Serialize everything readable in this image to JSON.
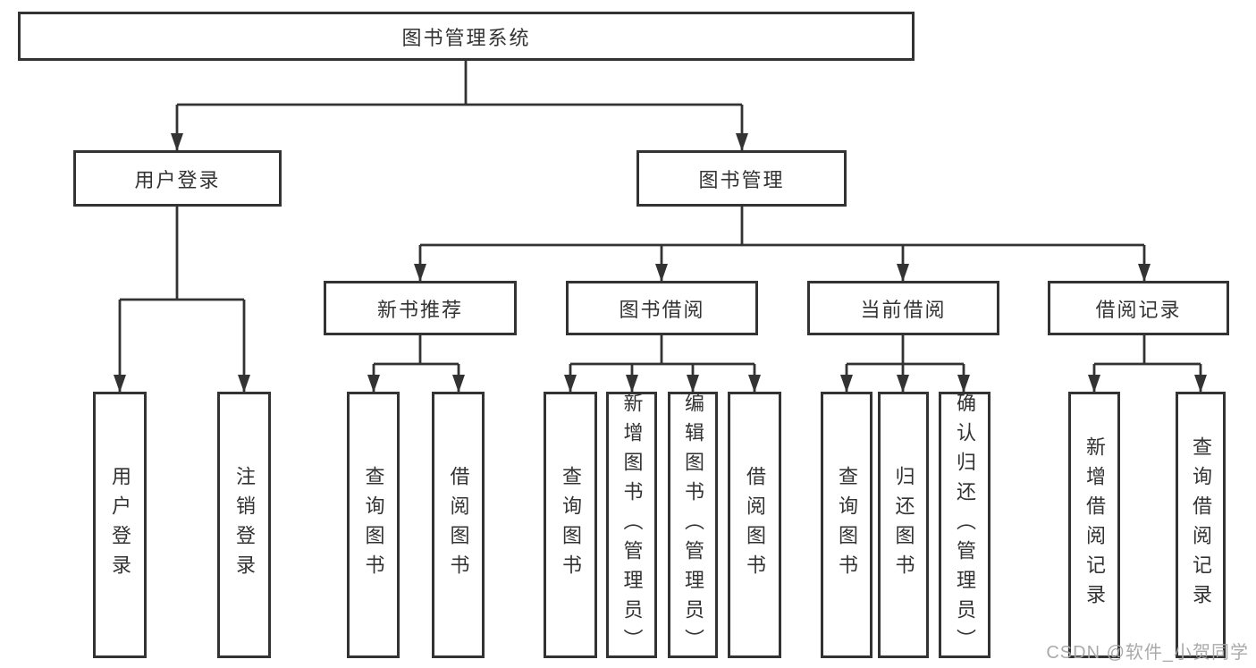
{
  "colors": {
    "line": "#333333",
    "border": "#333333",
    "text": "#333333",
    "background": "#ffffff",
    "watermark": "#a6a6a6"
  },
  "watermark": "CSDN @软件_小贺同学",
  "tree": {
    "label": "图书管理系统",
    "children": [
      {
        "label": "用户登录",
        "children": [
          {
            "label": "用户登录"
          },
          {
            "label": "注销登录"
          }
        ]
      },
      {
        "label": "图书管理",
        "children": [
          {
            "label": "新书推荐",
            "children": [
              {
                "label": "查询图书"
              },
              {
                "label": "借阅图书"
              }
            ]
          },
          {
            "label": "图书借阅",
            "children": [
              {
                "label": "查询图书"
              },
              {
                "label": "新增图书（管理员）"
              },
              {
                "label": "编辑图书（管理员）"
              },
              {
                "label": "借阅图书"
              }
            ]
          },
          {
            "label": "当前借阅",
            "children": [
              {
                "label": "查询图书"
              },
              {
                "label": "归还图书"
              },
              {
                "label": "确认归还（管理员）"
              }
            ]
          },
          {
            "label": "借阅记录",
            "children": [
              {
                "label": "新增借阅记录"
              },
              {
                "label": "查询借阅记录"
              }
            ]
          }
        ]
      }
    ]
  }
}
